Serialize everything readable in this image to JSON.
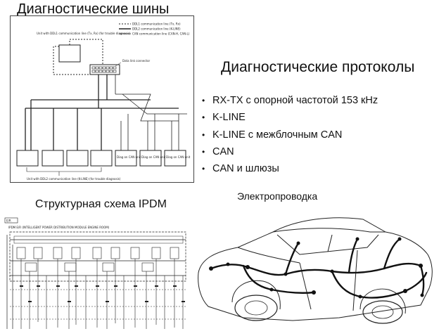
{
  "titles": {
    "diag_buses": "Диагностические шины",
    "diag_protocols": "Диагностические протоколы",
    "ipdm_scheme": "Структурная схема IPDM",
    "wiring": "Электропроводка"
  },
  "protocols": [
    "RX-TX с опорной частотой 153 кHz",
    "K-LINE",
    "K-LINE с межблочным CAN",
    "CAN",
    "CAN и шлюзы"
  ],
  "bus_diagram": {
    "legend": [
      "DDL1 communication line (Tx, Rx)",
      "DDL2 communication line (K-LINE)",
      "CAN communication line (CAN-H, CAN-L)"
    ],
    "top_label": "Unit with DDL1 communication line (Tx, Rx) (for trouble diagnosis)",
    "connector_label": "Data link connector",
    "can_units": [
      "Diag on CAN unit",
      "Diag on CAN unit",
      "Diag on CAN unit"
    ],
    "bottom_label": "Unit with DDL2 communication line (K-LINE) (for trouble diagnosis)"
  },
  "ipdm": {
    "header": "IPDM E/R (INTELLIGENT POWER DISTRIBUTION MODULE ENGINE ROOM)",
    "tag": "E/R"
  },
  "colors": {
    "text": "#111111",
    "line": "#222222"
  }
}
